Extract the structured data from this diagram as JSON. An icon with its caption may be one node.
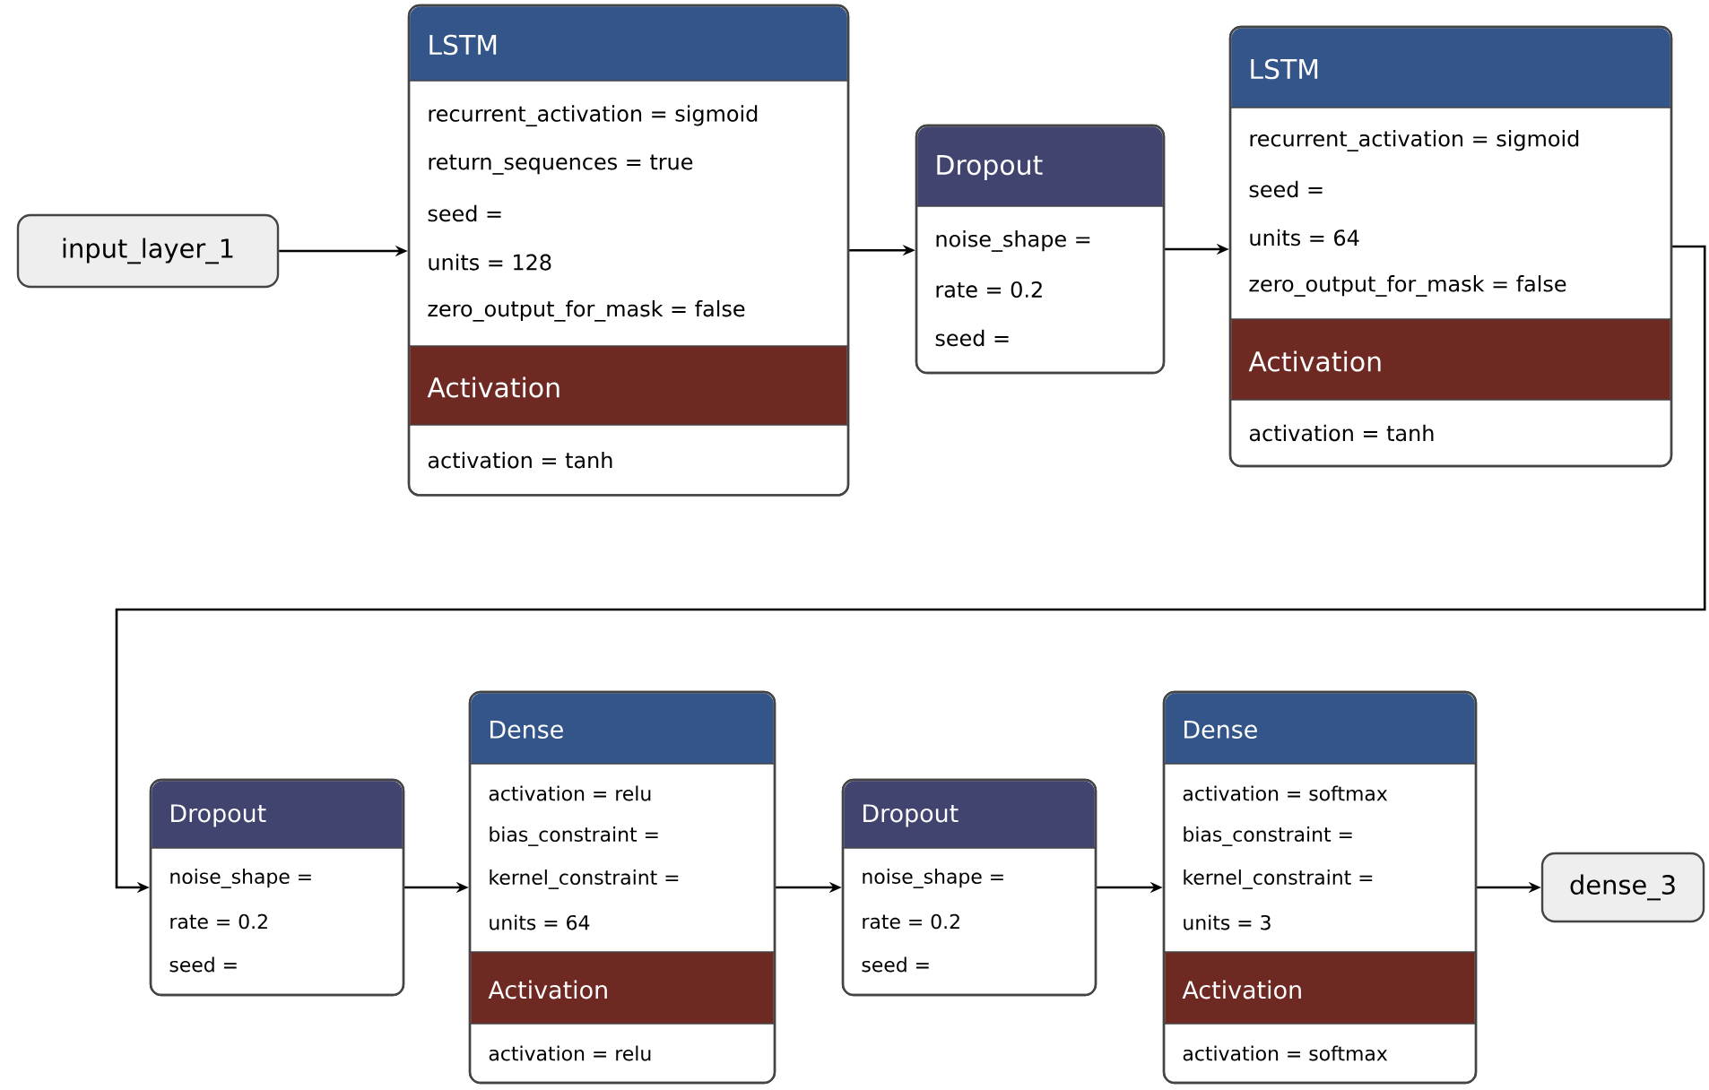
{
  "diagram": {
    "nodes": [
      {
        "text": [
          "input_layer_1"
        ]
      },
      {
        "text": [
          "LSTM",
          "recurrent_activation = sigmoid",
          "return_sequences = true",
          "seed =",
          "units = 128",
          "zero_output_for_mask = false",
          "Activation",
          "activation = tanh"
        ]
      },
      {
        "text": [
          "Dropout",
          "noise_shape =",
          "rate = 0.2",
          "seed ="
        ]
      },
      {
        "text": [
          "LSTM",
          "recurrent_activation = sigmoid",
          "seed =",
          "units = 64",
          "zero_output_for_mask = false",
          "Activation",
          "activation = tanh"
        ]
      },
      {
        "text": [
          "Dropout",
          "noise_shape =",
          "rate = 0.2",
          "seed ="
        ]
      },
      {
        "text": [
          "Dense",
          "activation = relu",
          "bias_constraint =",
          "kernel_constraint =",
          "units = 64",
          "Activation",
          "activation = relu"
        ]
      },
      {
        "text": [
          "Dropout",
          "noise_shape =",
          "rate = 0.2",
          "seed ="
        ]
      },
      {
        "text": [
          "Dense",
          "activation = softmax",
          "bias_constraint =",
          "kernel_constraint =",
          "units = 3",
          "Activation",
          "activation = softmax"
        ]
      },
      {
        "text": [
          "dense_3"
        ]
      }
    ],
    "edges": [
      {
        "from": 0,
        "to": 1,
        "arrow": "to"
      },
      {
        "from": 1,
        "to": 2,
        "arrow": "to"
      },
      {
        "from": 2,
        "to": 3,
        "arrow": "to"
      },
      {
        "from": 3,
        "to": 4,
        "arrow": "to"
      },
      {
        "from": 4,
        "to": 5,
        "arrow": "to"
      },
      {
        "from": 5,
        "to": 6,
        "arrow": "to"
      },
      {
        "from": 6,
        "to": 7,
        "arrow": "to"
      },
      {
        "from": 7,
        "to": 8,
        "arrow": "to"
      }
    ]
  }
}
